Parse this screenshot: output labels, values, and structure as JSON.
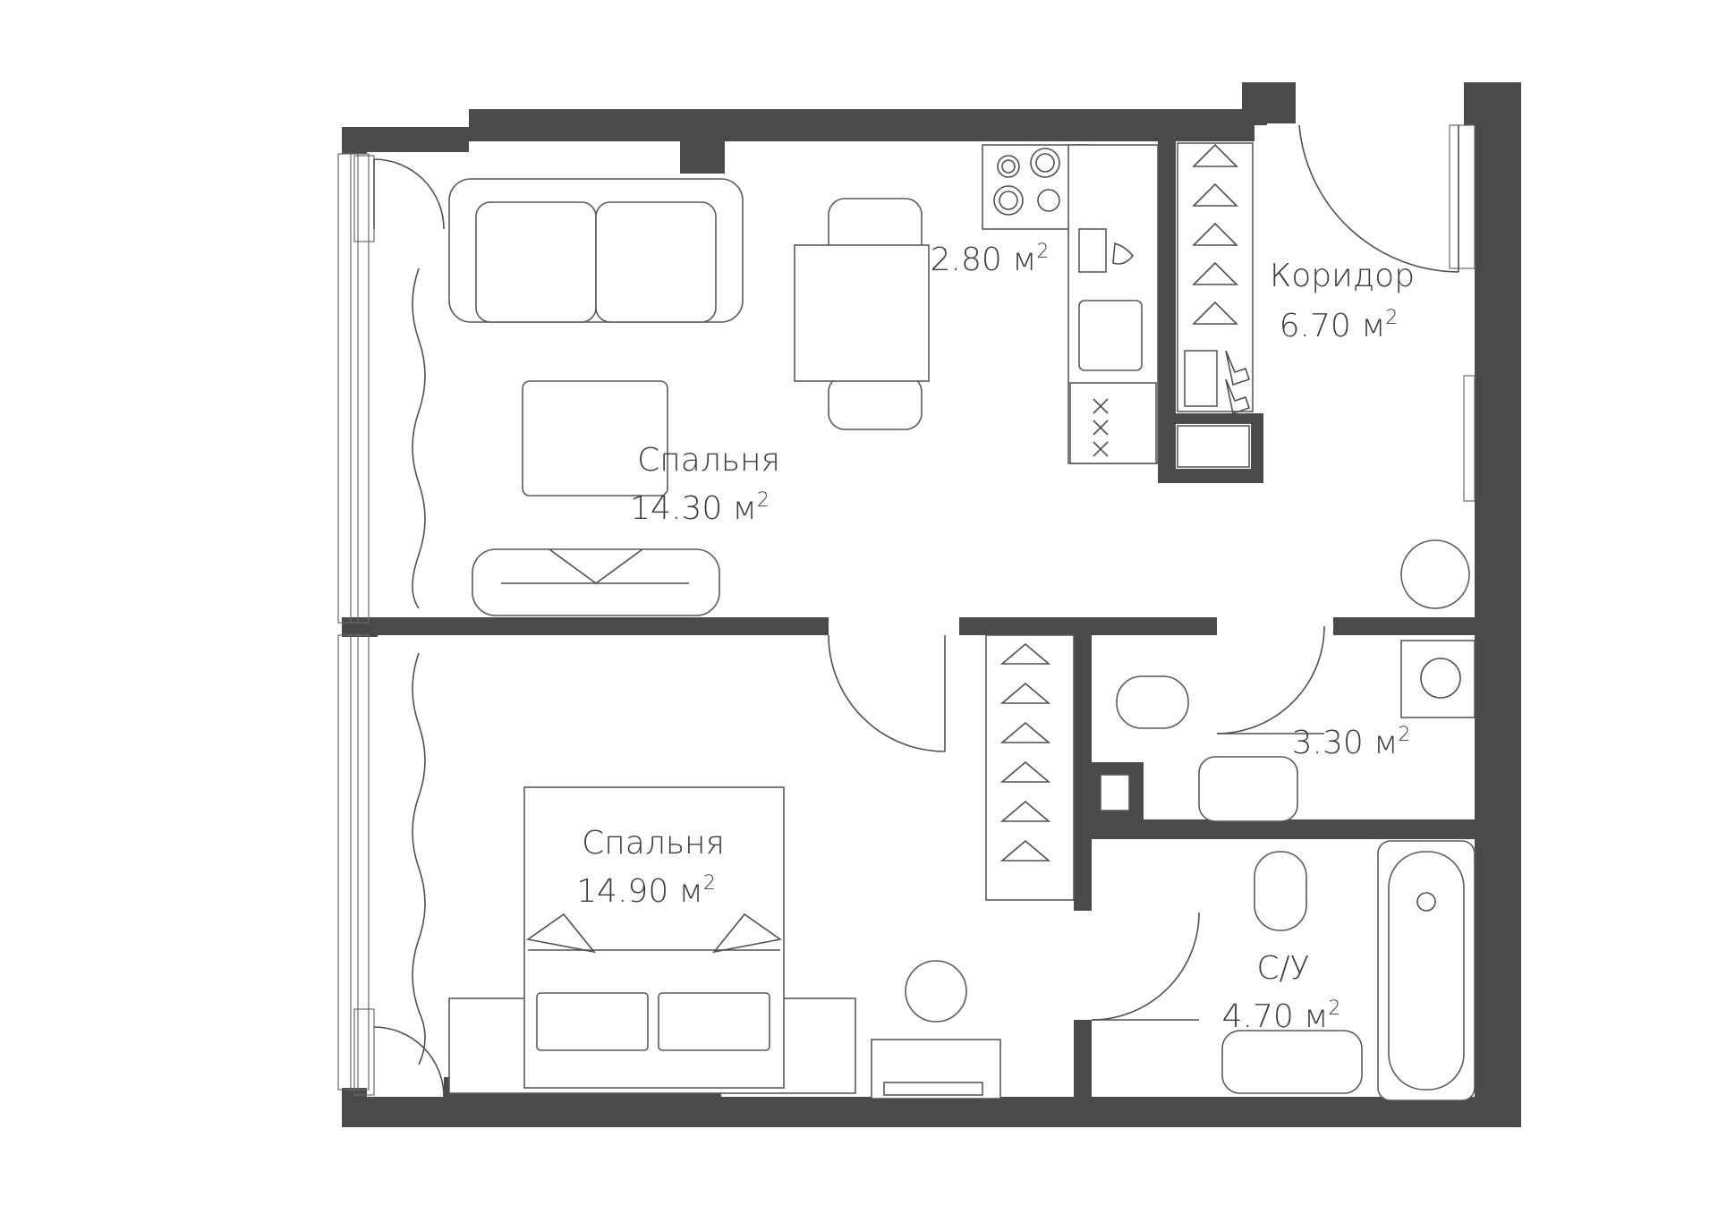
{
  "rooms": [
    {
      "name": "Спальня",
      "area": "14.30 м",
      "sup": "2"
    },
    {
      "name": "",
      "area": "2.80 м",
      "sup": "2"
    },
    {
      "name": "Коридор",
      "area": "6.70 м",
      "sup": "2"
    },
    {
      "name": "",
      "area": "3.30 м",
      "sup": "2"
    },
    {
      "name": "Спальня",
      "area": "14.90 м",
      "sup": "2"
    },
    {
      "name": "С/У",
      "area": "4.70 м",
      "sup": "2"
    }
  ],
  "colors": {
    "wall": "#4a4a4a",
    "line": "#505050",
    "background": "#ffffff"
  }
}
